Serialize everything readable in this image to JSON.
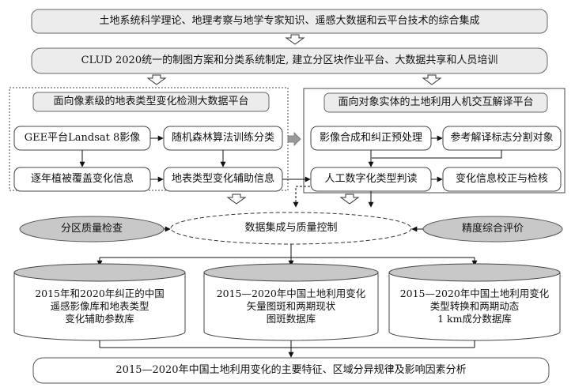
{
  "top_box": "土地系统科学理论、地理考察与地学专家知识、遥感大数据和云平台技术的综合集成",
  "clud_box": "CLUD 2020统一的制图方案和分类系统制定, 建立分区块作业平台、大数据共享和人员培训",
  "left_panel": {
    "title": "面向像素级的地表类型变化检测大数据平台",
    "gee": "GEE平台Landsat 8影像",
    "rf": "随机森林算法训练分类",
    "veg": "逐年植被覆盖变化信息",
    "aux": "地表类型变化辅助信息"
  },
  "right_panel": {
    "title": "面向对象实体的土地利用人机交互解译平台",
    "composite": "影像合成和纠正预处理",
    "segment": "参考解译标志分割对象",
    "manual": "人工数字化类型判读",
    "verify": "变化信息校正与检核"
  },
  "zone_check": "分区质量检查",
  "integration": "数据集成与质量控制",
  "accuracy": "精度综合评价",
  "db_left": [
    "2015年和2020年纠正的中国",
    "遥感影像库和地表类型",
    "变化辅助参数库"
  ],
  "db_mid": [
    "2015—2020年中国土地利用变化",
    "矢量图斑和两期现状",
    "图斑数据库"
  ],
  "db_right": [
    "2015—2020年中国土地利用变化",
    "类型转换和两期动态",
    "1 km成分数据库"
  ],
  "bottom_box": "2015—2020年中国土地利用变化的主要特征、区域分异规律及影响因素分析"
}
